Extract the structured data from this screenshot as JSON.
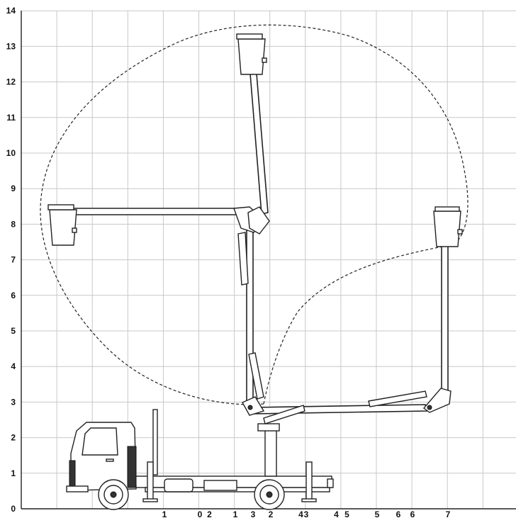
{
  "diagram": {
    "y_ticks": [
      "0",
      "1",
      "2",
      "3",
      "4",
      "5",
      "6",
      "7",
      "8",
      "9",
      "10",
      "11",
      "12",
      "13",
      "14"
    ],
    "x_ticks": [
      {
        "label": "1",
        "x": 1
      },
      {
        "label": "0",
        "x": 2
      },
      {
        "label": "2",
        "x": 2.27
      },
      {
        "label": "1",
        "x": 3
      },
      {
        "label": "3",
        "x": 3.5
      },
      {
        "label": "2",
        "x": 4
      },
      {
        "label": "4",
        "x": 4.85
      },
      {
        "label": "3",
        "x": 5
      },
      {
        "label": "4",
        "x": 5.85
      },
      {
        "label": "5",
        "x": 6.15
      },
      {
        "label": "5",
        "x": 7
      },
      {
        "label": "6",
        "x": 7.6
      },
      {
        "label": "6",
        "x": 8
      },
      {
        "label": "7",
        "x": 9
      }
    ]
  }
}
